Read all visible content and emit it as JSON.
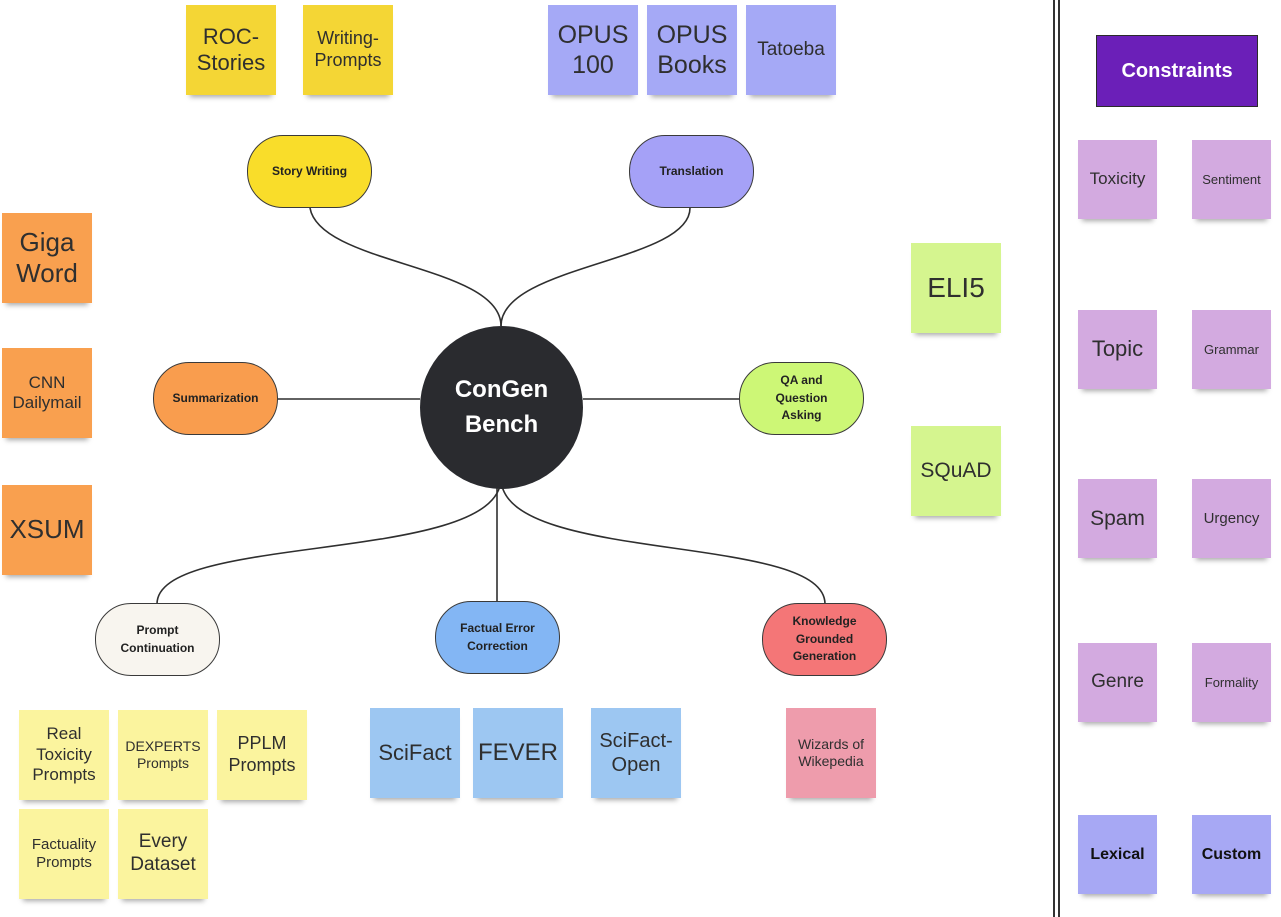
{
  "center": {
    "label": "ConGen\nBench"
  },
  "tasks": {
    "story_writing": "Story Writing",
    "translation": "Translation",
    "summarization": "Summarization",
    "qa": "QA and\nQuestion\nAsking",
    "prompt_continuation": "Prompt\nContinuation",
    "factual_error_correction": "Factual Error\nCorrection",
    "knowledge_grounded_generation": "Knowledge\nGrounded\nGeneration"
  },
  "datasets": {
    "roc_stories": "ROC-\nStories",
    "writing_prompts": "Writing-\nPrompts",
    "opus_100": "OPUS\n100",
    "opus_books": "OPUS\nBooks",
    "tatoeba": "Tatoeba",
    "gigaword": "Giga\nWord",
    "cnn_dailymail": "CNN\nDailymail",
    "xsum": "XSUM",
    "eli5": "ELI5",
    "squad": "SQuAD",
    "real_toxicity_prompts": "Real\nToxicity\nPrompts",
    "dexperts_prompts": "DEXPERTS\nPrompts",
    "pplm_prompts": "PPLM\nPrompts",
    "factuality_prompts": "Factuality\nPrompts",
    "every_dataset": "Every\nDataset",
    "scifact": "SciFact",
    "fever": "FEVER",
    "scifact_open": "SciFact-\nOpen",
    "wizards_of_wikipedia": "Wizards of\nWikepedia"
  },
  "constraints": {
    "title": "Constraints",
    "toxicity": "Toxicity",
    "sentiment": "Sentiment",
    "topic": "Topic",
    "grammar": "Grammar",
    "spam": "Spam",
    "urgency": "Urgency",
    "genre": "Genre",
    "formality": "Formality",
    "lexical": "Lexical",
    "custom": "Custom"
  },
  "colors": {
    "story_writing": "#f9dd2a",
    "story_notes": "#f4d635",
    "translation": "#a5a1f7",
    "translation_notes": "#a5a9f6",
    "summarization": "#f99d4e",
    "summarization_notes": "#f9a04f",
    "qa": "#cdf776",
    "qa_notes": "#d5f58f",
    "prompt_continuation": "#f8f5ef",
    "prompt_notes": "#fbf49e",
    "factual_error_correction": "#83b6f4",
    "factual_notes": "#9dc7f2",
    "knowledge_grounded_generation": "#f47677",
    "knowledge_notes": "#ee9cac",
    "center": "#2a2b2f",
    "constraint_title": "#6b1fb8",
    "constraint_notes": "#d3aae0",
    "constraint_special_notes": "#a7a8f4"
  }
}
